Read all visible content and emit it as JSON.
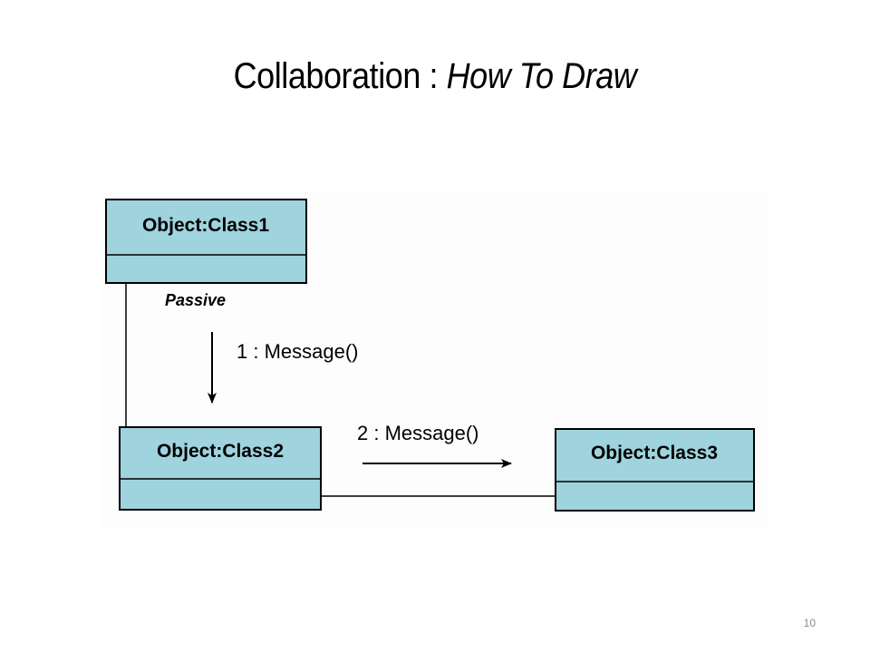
{
  "slide": {
    "title_main": "Collaboration : ",
    "title_emphasis": "How To Draw",
    "page_number": "10"
  },
  "diagram": {
    "objects": [
      {
        "label": "Object:Class1"
      },
      {
        "label": "Object:Class2"
      },
      {
        "label": "Object:Class3"
      }
    ],
    "link_label": "Passive",
    "messages": [
      {
        "label": "1 : Message()"
      },
      {
        "label": "2 : Message()"
      }
    ],
    "colors": {
      "box_fill": "#9fd3de",
      "box_stroke": "#000000",
      "background": "#fdfdfd"
    }
  }
}
